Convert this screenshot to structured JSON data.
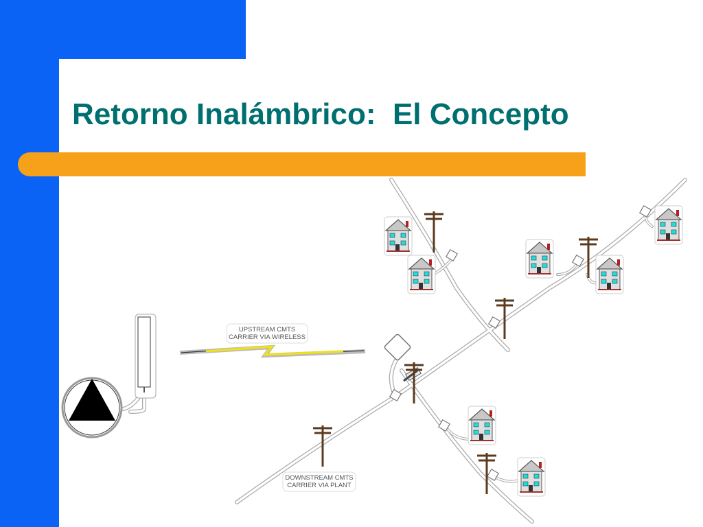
{
  "slide": {
    "title": "Retorno Inalámbrico:  El Concepto",
    "colors": {
      "blue": "#0b63f6",
      "orange": "#f7a11a",
      "title": "#006f6f"
    }
  },
  "diagram": {
    "upstream_label": [
      "UPSTREAM CMTS",
      "CARRIER VIA WIRELESS"
    ],
    "downstream_label": [
      "DOWNSTREAM CMTS",
      "CARRIER VIA PLANT"
    ],
    "icons": [
      "headend-triangle-icon",
      "antenna-tower-icon",
      "lightning-bolt-icon",
      "house-icon",
      "utility-pole-icon",
      "tap-box-icon",
      "node-diamond-icon"
    ]
  }
}
